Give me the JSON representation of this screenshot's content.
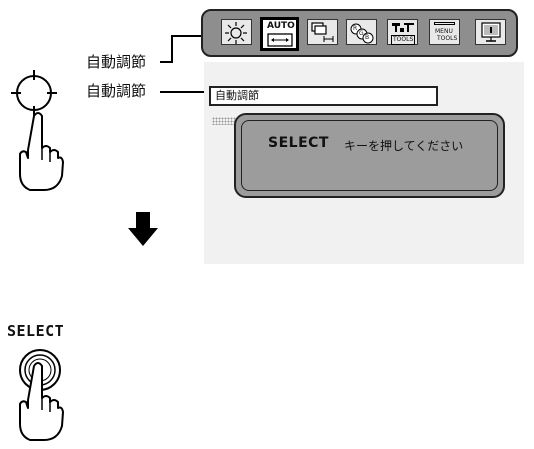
{
  "callouts": {
    "label_1": "自動調節",
    "label_2": "自動調節"
  },
  "toolbar": {
    "auto_label": "AUTO",
    "tools_label": "TOOLS",
    "menu_label": "MENU",
    "menu_tools_label": "TOOLS",
    "color_r": "R",
    "color_g": "G",
    "color_b": "B",
    "icons": [
      "brightness-icon",
      "auto-adjust-icon",
      "position-icon",
      "color-rgb-icon",
      "tools-icon",
      "menu-tools-icon",
      "information-icon"
    ]
  },
  "submenu": {
    "item_label": "自動調節"
  },
  "message": {
    "key_name": "SELECT",
    "instruction": "キーを押してください"
  },
  "steps": {
    "select_label": "SELECT"
  }
}
